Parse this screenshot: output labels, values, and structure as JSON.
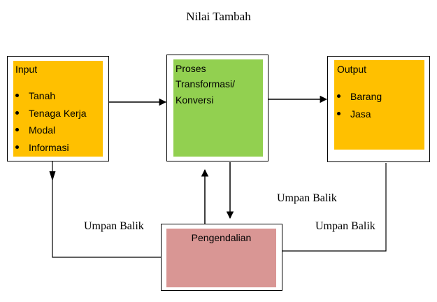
{
  "title": "Nilai Tambah",
  "input": {
    "title": "Input",
    "items": [
      "Tanah",
      "Tenaga Kerja",
      "Modal",
      "Informasi"
    ],
    "color": "#FFC000"
  },
  "process": {
    "lines": [
      "Proses",
      "Transformasi/",
      "Konversi"
    ],
    "color": "#92D050"
  },
  "output": {
    "title": "Output",
    "items": [
      "Barang",
      "Jasa"
    ],
    "color": "#FFC000"
  },
  "control": {
    "title": "Pengendalian",
    "color": "#D99694"
  },
  "feedback_labels": {
    "left": "Umpan Balik",
    "middle": "Umpan Balik",
    "right": "Umpan Balik"
  }
}
